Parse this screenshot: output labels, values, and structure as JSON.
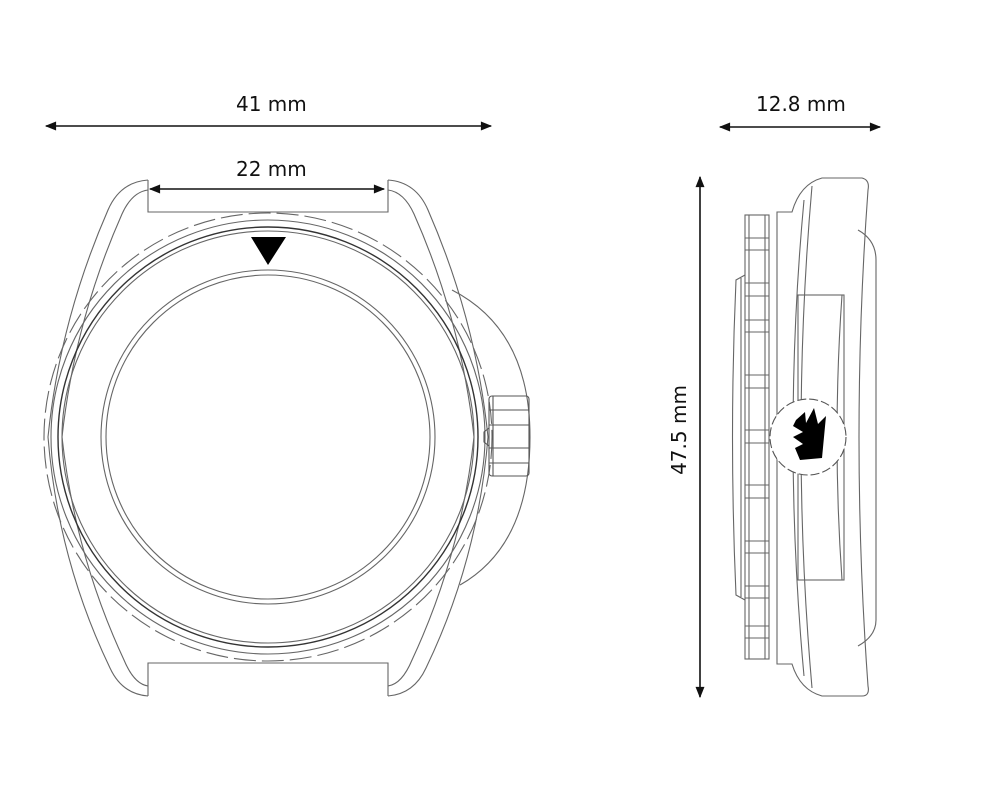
{
  "diagram": {
    "subject": "Dive watch case technical drawing",
    "views": [
      {
        "name": "front-view",
        "label": ""
      },
      {
        "name": "side-view",
        "label": ""
      }
    ],
    "dimensions": {
      "case_width": "41 mm",
      "lug_width": "22 mm",
      "case_thickness": "12.8 mm",
      "lug_to_lug": "47.5 mm"
    },
    "colors": {
      "line": "#555555",
      "dimension_line": "#111111",
      "fill_marker": "#000000",
      "background": "#ffffff"
    },
    "icons": {
      "bezel_marker": "triangle-pip",
      "crown_logo": "crown-logo"
    }
  }
}
